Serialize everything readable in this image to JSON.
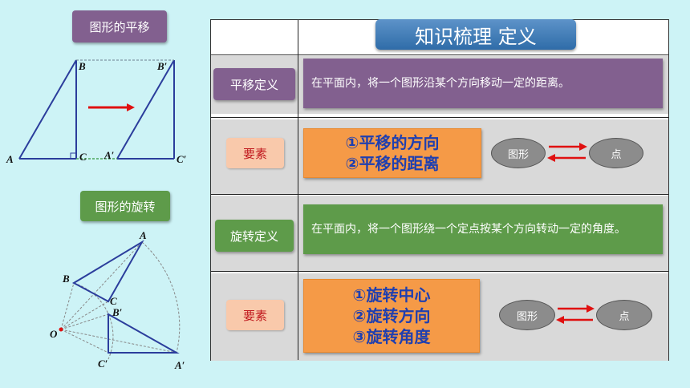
{
  "left": {
    "translation_title": "图形的平移",
    "rotation_title": "图形的旋转",
    "translation_labels": {
      "a": "A",
      "b": "B",
      "c": "C",
      "a2": "A′",
      "b2": "B′",
      "c2": "C′"
    },
    "rotation_labels": {
      "a": "A",
      "b": "B",
      "c": "C",
      "o": "O",
      "a2": "A′",
      "b2": "B′",
      "c2": "C′"
    }
  },
  "table": {
    "header": "知识梳理  定义",
    "translation_def_label": "平移定义",
    "translation_def_text": "在平面内，将一个图形沿某个方向移动一定的距离。",
    "translation_elements_label": "要素",
    "translation_elements": [
      "①平移的方向",
      "②平移的距离"
    ],
    "rotation_def_label": "旋转定义",
    "rotation_def_text": "在平面内，将一个图形绕一个定点按某个方向转动一定的角度。",
    "rotation_elements_label": "要素",
    "rotation_elements": [
      "①旋转中心",
      "②旋转方向",
      "③旋转角度"
    ],
    "map_from": "图形",
    "map_to": "点"
  },
  "colors": {
    "purple": "#82608f",
    "green": "#5e9b4a",
    "orange": "#f59a47",
    "background": "#cdf3f6"
  }
}
